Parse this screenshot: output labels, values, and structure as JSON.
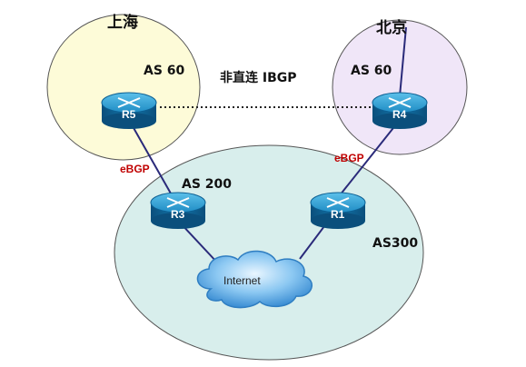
{
  "sites": {
    "shanghai": {
      "city": "上海",
      "as": "AS 60",
      "fill": "#fdfbd8"
    },
    "beijing": {
      "city": "北京",
      "as": "AS 60",
      "fill": "#f0e6f8"
    }
  },
  "core": {
    "as200": "AS 200",
    "as300": "AS300",
    "fill": "#d8eeec"
  },
  "ibgp_label": "非直连 IBGP",
  "ebgp_label": "eBGP",
  "cloud_label": "Internet",
  "routers": {
    "r5": "R5",
    "r4": "R4",
    "r3": "R3",
    "r1": "R1"
  },
  "colors": {
    "link": "#2a2a7a",
    "router_top": "#2f9fd0",
    "router_side": "#0c5f92",
    "ebgp": "#c00000",
    "cloud": "#4aa0e0"
  }
}
